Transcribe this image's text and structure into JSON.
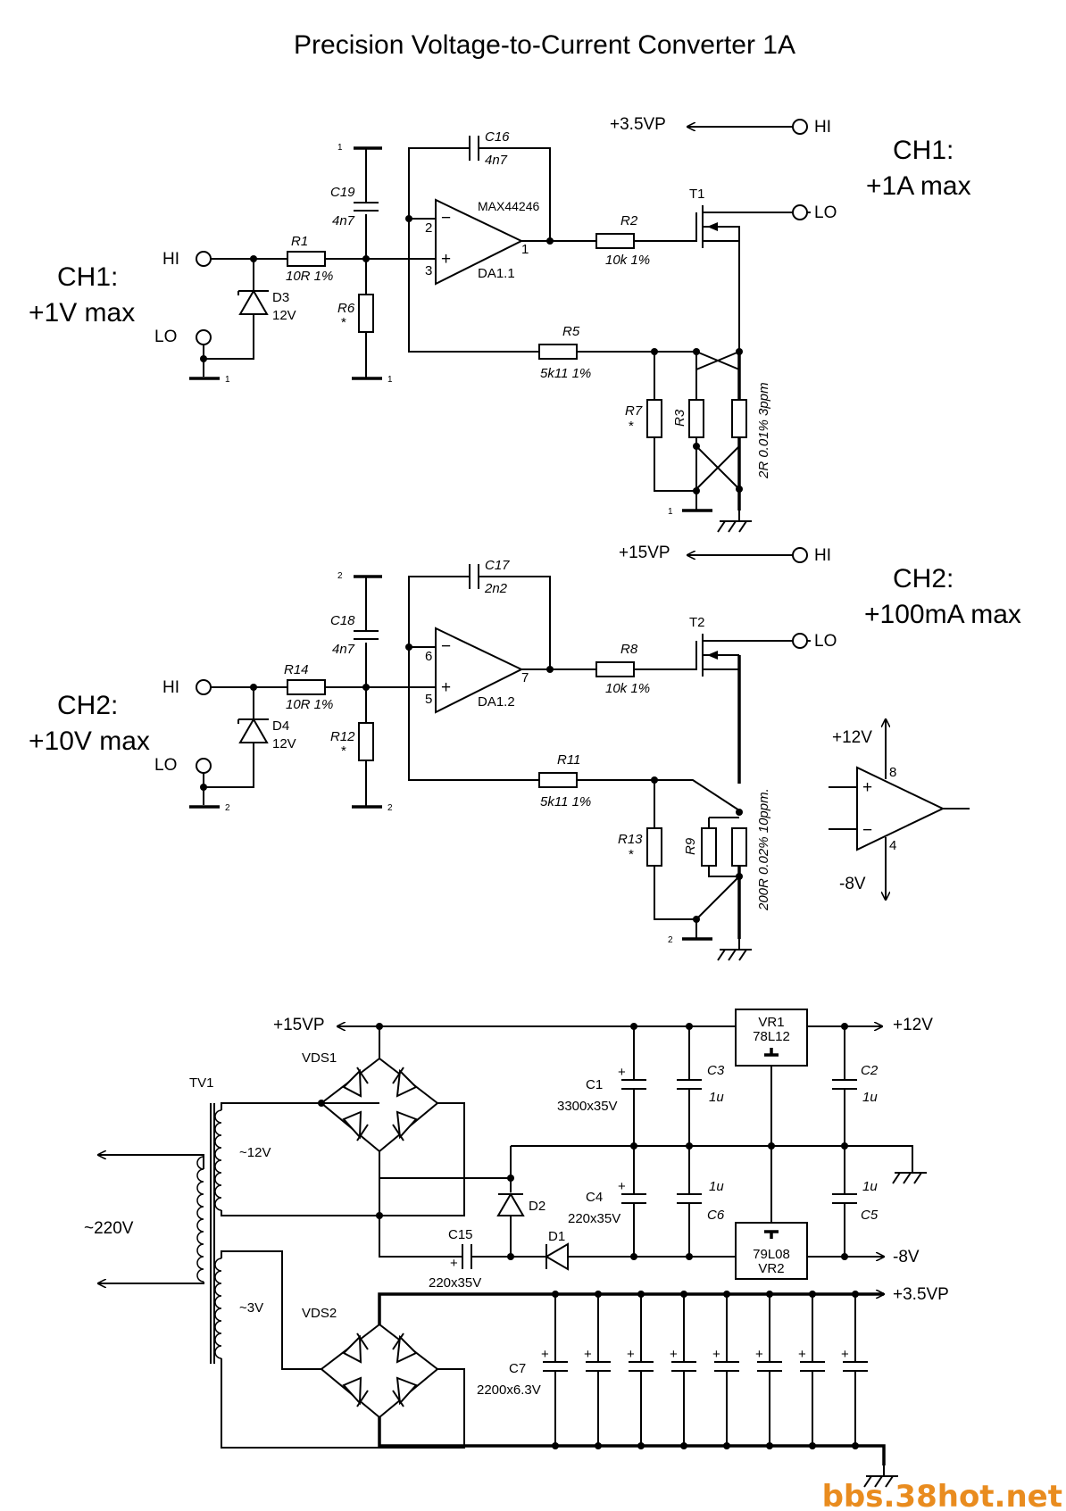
{
  "title": "Precision Voltage-to-Current Converter 1A",
  "ch1": {
    "output_label_1": "CH1:",
    "output_label_2": "+1A max",
    "input_label_1": "CH1:",
    "input_label_2": "+1V max",
    "supply": "+3.5VP",
    "hi": "HI",
    "lo": "LO",
    "in_hi": "HI",
    "in_lo": "LO",
    "gnd_net": "1",
    "opamp": "MAX44246",
    "opamp_ref": "DA1.1",
    "pin_inv": "2",
    "pin_noninv": "3",
    "pin_out": "1",
    "C16": "C16",
    "C16_val": "4n7",
    "C19": "C19",
    "C19_val": "4n7",
    "R1": "R1",
    "R1_val": "10R 1%",
    "R2": "R2",
    "R2_val": "10k 1%",
    "R5": "R5",
    "R5_val": "5k11 1%",
    "R6": "R6",
    "R6_val": "*",
    "R7": "R7",
    "R7_val": "*",
    "R3": "R3",
    "R3_val": "2R 0.01% 3ppm",
    "D3": "D3",
    "D3_val": "12V",
    "T1": "T1"
  },
  "ch2": {
    "output_label_1": "CH2:",
    "output_label_2": "+100mA max",
    "input_label_1": "CH2:",
    "input_label_2": "+10V max",
    "supply": "+15VP",
    "hi": "HI",
    "lo": "LO",
    "in_hi": "HI",
    "in_lo": "LO",
    "gnd_net": "2",
    "opamp_ref": "DA1.2",
    "pin_inv": "6",
    "pin_noninv": "5",
    "pin_out": "7",
    "C17": "C17",
    "C17_val": "2n2",
    "C18": "C18",
    "C18_val": "4n7",
    "R14": "R14",
    "R14_val": "10R 1%",
    "R8": "R8",
    "R8_val": "10k 1%",
    "R11": "R11",
    "R11_val": "5k11 1%",
    "R12": "R12",
    "R12_val": "*",
    "R13": "R13",
    "R13_val": "*",
    "R9": "R9",
    "R9_val": "200R 0.02% 10ppm.",
    "D4": "D4",
    "D4_val": "12V",
    "T2": "T2"
  },
  "opamp_power": {
    "vpos": "+12V",
    "vneg": "-8V",
    "pin_pos": "8",
    "pin_neg": "4",
    "plus": "+",
    "minus": "−"
  },
  "psu": {
    "out_15vp": "+15VP",
    "out_12v": "+12V",
    "out_m8v": "-8V",
    "out_35vp": "+3.5VP",
    "mains": "~220V",
    "TV1": "TV1",
    "sec1": "~12V",
    "sec2": "~3V",
    "VDS1": "VDS1",
    "VDS2": "VDS2",
    "VR1": "VR1",
    "VR1_val": "78L12",
    "VR2": "VR2",
    "VR2_val": "79L08",
    "C1": "C1",
    "C1_val": "3300x35V",
    "C2": "C2",
    "C2_val": "1u",
    "C3": "C3",
    "C3_val": "1u",
    "C4": "C4",
    "C4_val": "220x35V",
    "C5": "C5",
    "C5_val": "1u",
    "C6": "C6",
    "C6_val": "1u",
    "C7": "C7",
    "C7_val": "2200x6.3V",
    "C15": "C15",
    "C15_val": "220x35V",
    "D1": "D1",
    "D2": "D2"
  },
  "watermark": "bbs.38hot.net"
}
